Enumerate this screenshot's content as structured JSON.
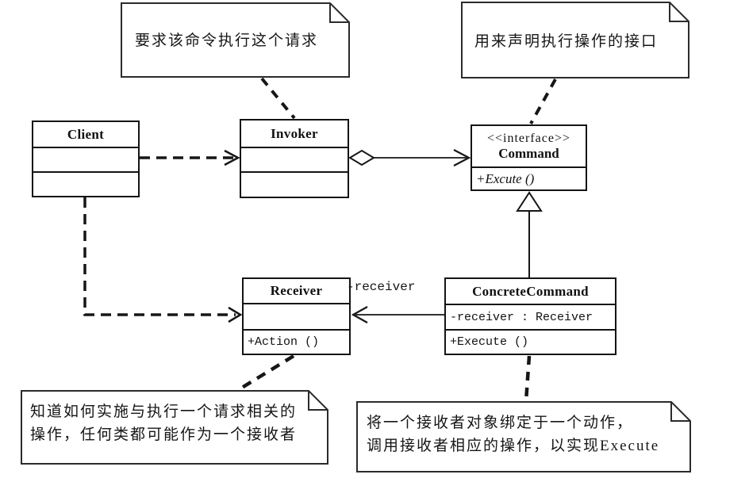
{
  "diagram_title": "Command design pattern UML class diagram",
  "colors": {
    "line": "#1a1a1a",
    "background": "#ffffff"
  },
  "classes": {
    "client": {
      "name": "Client"
    },
    "invoker": {
      "name": "Invoker"
    },
    "command": {
      "stereotype": "<<interface>>",
      "name": "Command",
      "operation": "+Excute ()"
    },
    "receiver": {
      "name": "Receiver",
      "operation": "+Action ()"
    },
    "concrete_command": {
      "name": "ConcreteCommand",
      "attribute": "-receiver : Receiver",
      "operation": "+Execute ()"
    }
  },
  "labels": {
    "receiver_role": "-receiver"
  },
  "notes": {
    "invoker_note": {
      "text": "要求该命令执行这个请求"
    },
    "command_note": {
      "text": "用来声明执行操作的接口"
    },
    "receiver_note": {
      "line1": "知道如何实施与执行一个请求相关的",
      "line2": "操作，任何类都可能作为一个接收者"
    },
    "concrete_note": {
      "line1": "将一个接收者对象绑定于一个动作，",
      "line2": "调用接收者相应的操作，以实现Execute"
    }
  }
}
